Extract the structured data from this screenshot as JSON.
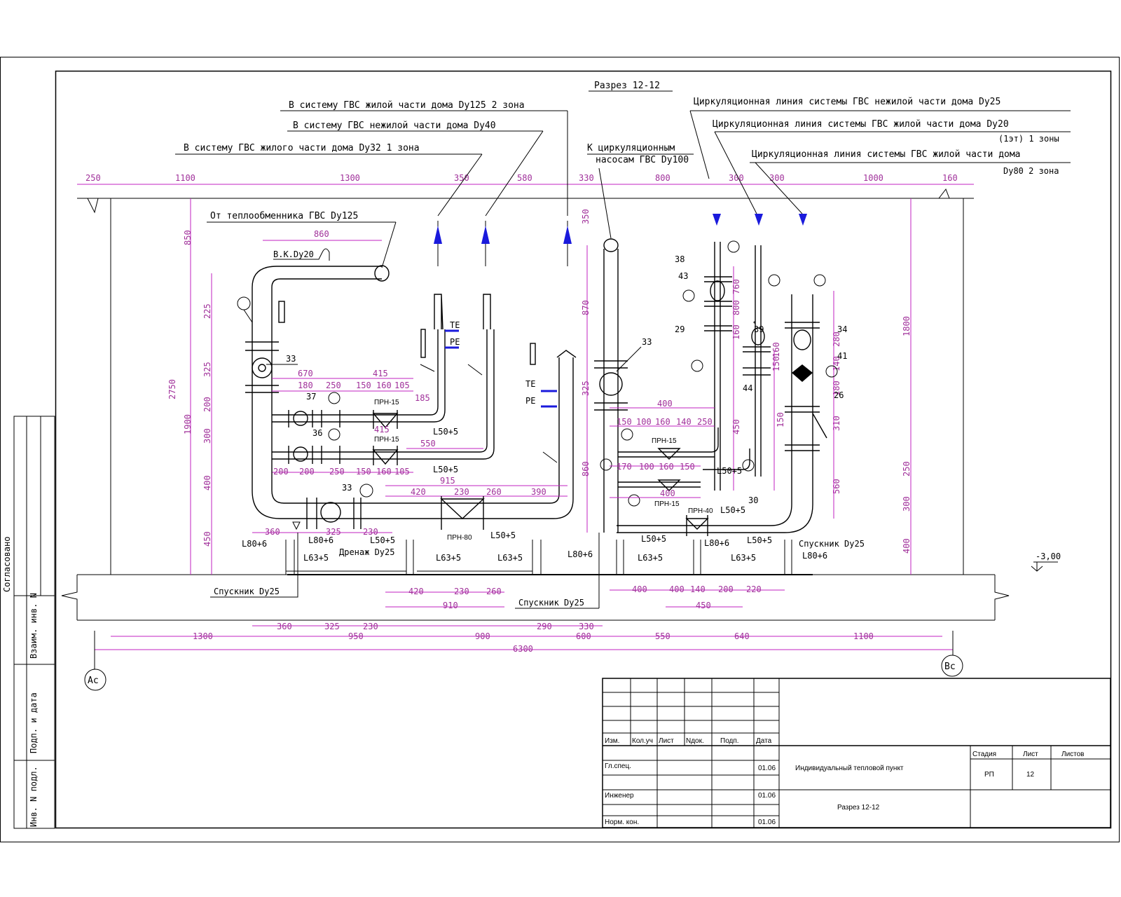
{
  "title": "Разрез 12-12",
  "colors": {
    "line": "#000000",
    "dimension": "#c020c0",
    "arrow": "#1a1adc",
    "background": "#ffffff"
  },
  "labels": {
    "supply_dy125": "В систему ГВС жилой части дома Dу125 2 зона",
    "supply_dy40": "В систему ГВС нежилой части дома  Dу40",
    "supply_dy32": "В систему ГВС жилого части дома  Dу32 1 зона",
    "from_hx": "От теплообменника ГВС Dу125",
    "vk": "В.К.Dу20",
    "to_pumps_1": "К циркуляционным",
    "to_pumps_2": "насосам ГВС Dу100",
    "circ_dy25": "Циркуляционная линия системы ГВС нежилой части дома Dу25",
    "circ_dy20": "Циркуляционная линия системы ГВС жилой части дома Dу20",
    "circ_dy20_zone": "(1эт) 1 зоны",
    "circ_dy80": "Циркуляционная линия системы ГВС жилой части дома",
    "circ_dy80_zone": "Dу80 2 зона",
    "te": "ТЕ",
    "pe": "РЕ",
    "te2": "ТЕ",
    "pe2": "РЕ",
    "drain_left": "Спускник Dу25",
    "drain_mid": "Спускник Dу25",
    "drain_right": "Спускник Dу25",
    "drainage": "Дренаж Dу25",
    "level": "-3,00",
    "axis_a": "Ас",
    "axis_b": "Вс",
    "approved": "Согласовано"
  },
  "items": [
    "33",
    "37",
    "36",
    "33",
    "33",
    "38",
    "43",
    "29",
    "39",
    "44",
    "34",
    "41",
    "26",
    "30"
  ],
  "valves": [
    "ПРН-15",
    "ПРН-15",
    "ПРН-80",
    "ПРН-15",
    "ПРН-15",
    "ПРН-40"
  ],
  "beams": [
    "L80+6",
    "L50+5",
    "L80+6",
    "L50+5",
    "L50+5",
    "L50+5",
    "L63+5",
    "L63+5",
    "L63+5",
    "L80+6",
    "L50+5",
    "L80+6",
    "L50+5",
    "L63+5",
    "L63+5",
    "L80+6",
    "L50+5",
    "L50+5"
  ],
  "top_dims": [
    "250",
    "1100",
    "1300",
    "350",
    "580",
    "330",
    "800",
    "300",
    "300",
    "1000",
    "160"
  ],
  "bottom_dims_a": [
    "360",
    "325",
    "230",
    "290",
    "330"
  ],
  "bottom_dims_b": [
    "1300",
    "950",
    "900",
    "600",
    "550",
    "640",
    "1100"
  ],
  "bottom_total": "6300",
  "left_dims": [
    "850",
    "2750",
    "1900",
    "225",
    "325",
    "200",
    "300",
    "400",
    "450"
  ],
  "right_dims": [
    "1800",
    "250",
    "300",
    "400",
    "560",
    "310",
    "180",
    "140",
    "280"
  ],
  "left_inner_dims": [
    "860",
    "670",
    "415",
    "180",
    "250",
    "150",
    "160",
    "105",
    "185",
    "415",
    "550",
    "200",
    "200",
    "250",
    "150",
    "160",
    "105",
    "915",
    "420",
    "230",
    "260",
    "390",
    "360",
    "325",
    "230",
    "420",
    "230",
    "260",
    "910"
  ],
  "right_inner_dims": [
    "400",
    "150",
    "100",
    "160",
    "140",
    "250",
    "170",
    "100",
    "160",
    "150",
    "400",
    "450",
    "870",
    "325",
    "860",
    "760",
    "800",
    "160",
    "150",
    "160",
    "150",
    "400",
    "140",
    "200",
    "220",
    "450",
    "560"
  ],
  "stamp": {
    "headers": [
      "Изм.",
      "Кол.уч",
      "Лист",
      "Nдок.",
      "Подп.",
      "Дата"
    ],
    "rows": [
      {
        "role": "Гл.спец.",
        "date": "01.06"
      },
      {
        "role": "Инженер",
        "date": "01.06"
      },
      {
        "role": "Норм. кон.",
        "date": "01.06"
      }
    ],
    "project": "Индивидуальный тепловой пункт",
    "sheet_title": "Разрез 12-12",
    "stage_h": "Стадия",
    "sheet_h": "Лист",
    "sheets_h": "Листов",
    "stage": "РП",
    "sheet": "12",
    "sheets": ""
  },
  "side": [
    "Взаим. инв. N",
    "Подп. и дата",
    "Инв. N подл."
  ]
}
